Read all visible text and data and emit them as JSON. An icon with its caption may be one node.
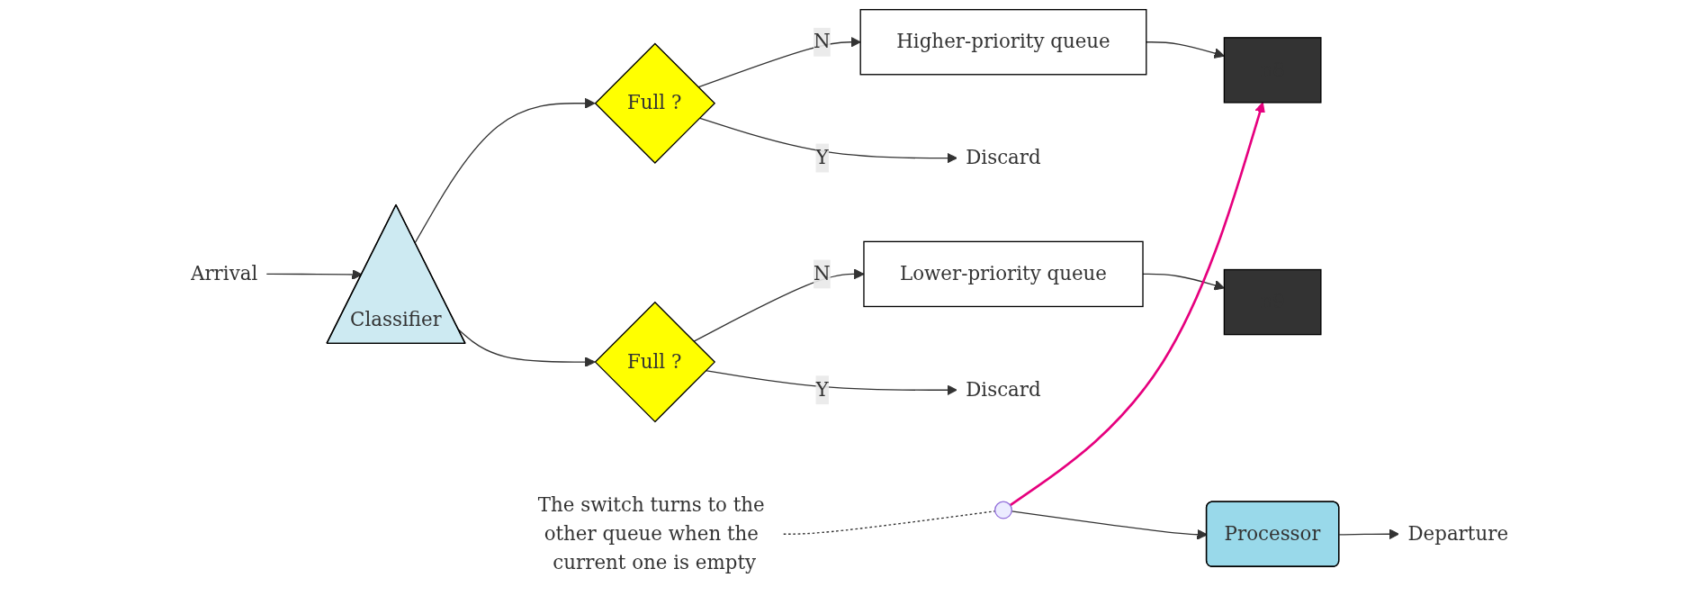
{
  "diagram": {
    "nodes": [
      {
        "text": [
          "Arrival"
        ]
      },
      {
        "text": [
          "Classifier"
        ]
      },
      {
        "text": [
          "Full ?"
        ]
      },
      {
        "text": [
          "Discard"
        ]
      },
      {
        "text": [
          "Higher-priority queue"
        ]
      },
      {
        "text": [
          "Full ?"
        ]
      },
      {
        "text": [
          "Discard"
        ]
      },
      {
        "text": [
          "Lower-priority queue"
        ]
      },
      {
        "text": [],
        "shape": "bar"
      },
      {
        "text": [],
        "shape": "bar"
      },
      {
        "text": [],
        "shape": "circle"
      },
      {
        "text": [
          "Processor"
        ]
      },
      {
        "text": [
          "Departure"
        ]
      },
      {
        "text": [
          "The switch turns to the other queue when the current one is empty"
        ]
      }
    ],
    "edges": [
      {
        "from": 0,
        "to": 1,
        "arrow": "to"
      },
      {
        "from": 1,
        "to": 2,
        "arrow": "to"
      },
      {
        "from": 1,
        "to": 5,
        "arrow": "to"
      },
      {
        "from": 2,
        "to": 4,
        "arrow": "to",
        "label": "N"
      },
      {
        "from": 2,
        "to": 3,
        "arrow": "to",
        "label": "Y"
      },
      {
        "from": 5,
        "to": 7,
        "arrow": "to",
        "label": "N"
      },
      {
        "from": 5,
        "to": 6,
        "arrow": "to",
        "label": "Y"
      },
      {
        "from": 4,
        "to": 8,
        "arrow": "to"
      },
      {
        "from": 7,
        "to": 9,
        "arrow": "to"
      },
      {
        "from": 10,
        "to": 8,
        "arrow": "to",
        "color": "#e6007e"
      },
      {
        "from": 10,
        "to": 11,
        "arrow": "to"
      },
      {
        "from": 11,
        "to": 12,
        "arrow": "to"
      },
      {
        "from": 13,
        "to": 10,
        "arrow": "none",
        "style": "dashed"
      }
    ]
  }
}
